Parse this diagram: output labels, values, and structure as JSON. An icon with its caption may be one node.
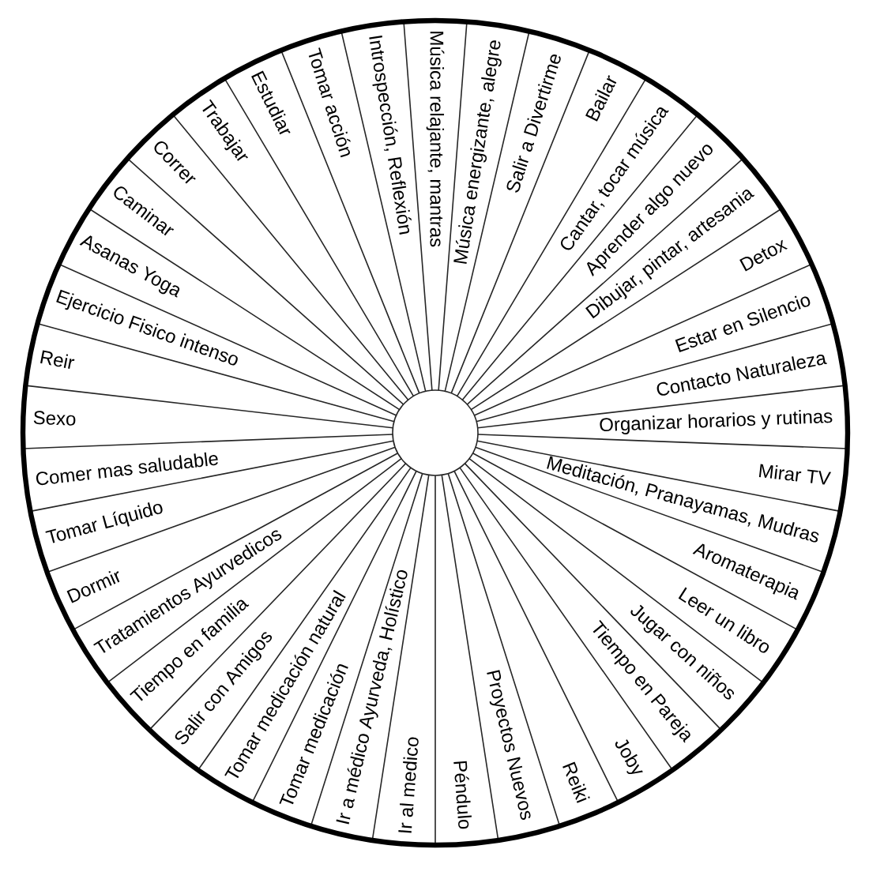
{
  "diagram": {
    "nodes": [
      {
        "text": [
          "Música relajante, mantras"
        ]
      },
      {
        "text": [
          "Música energizante, alegre"
        ]
      },
      {
        "text": [
          "Salir a Divertirme"
        ]
      },
      {
        "text": [
          "Bailar"
        ]
      },
      {
        "text": [
          "Cantar, tocar música"
        ]
      },
      {
        "text": [
          "Aprender algo nuevo"
        ]
      },
      {
        "text": [
          "Dibujar, pintar, artesania"
        ]
      },
      {
        "text": [
          "Detox"
        ]
      },
      {
        "text": [
          "Estar en Silencio"
        ]
      },
      {
        "text": [
          "Contacto Naturaleza"
        ]
      },
      {
        "text": [
          "Organizar horarios y rutinas"
        ]
      },
      {
        "text": [
          "Mirar TV"
        ]
      },
      {
        "text": [
          "Meditación, Pranayamas, Mudras"
        ]
      },
      {
        "text": [
          "Aromaterapia"
        ]
      },
      {
        "text": [
          "Leer un libro"
        ]
      },
      {
        "text": [
          "Jugar con niños"
        ]
      },
      {
        "text": [
          "Tiempo en Pareja"
        ]
      },
      {
        "text": [
          "Joby"
        ]
      },
      {
        "text": [
          "Reiki"
        ]
      },
      {
        "text": [
          "Proyectos Nuevos"
        ]
      },
      {
        "text": [
          "Péndulo"
        ]
      },
      {
        "text": [
          "Ir al medico"
        ]
      },
      {
        "text": [
          "Ir a médico Ayurveda, Holístico"
        ]
      },
      {
        "text": [
          "Tomar medicación"
        ]
      },
      {
        "text": [
          "Tomar medicación natural"
        ]
      },
      {
        "text": [
          "Salir con Amigos"
        ]
      },
      {
        "text": [
          "Tiempo en familia"
        ]
      },
      {
        "text": [
          "Tratamientos Ayurvedicos"
        ]
      },
      {
        "text": [
          "Dormir"
        ]
      },
      {
        "text": [
          "Tomar Líquido"
        ]
      },
      {
        "text": [
          "Comer mas saludable"
        ]
      },
      {
        "text": [
          "Sexo"
        ]
      },
      {
        "text": [
          "Reir"
        ]
      },
      {
        "text": [
          "Ejercicio Fisico intenso"
        ]
      },
      {
        "text": [
          "Asanas Yoga"
        ]
      },
      {
        "text": [
          "Caminar"
        ]
      },
      {
        "text": [
          "Correr"
        ]
      },
      {
        "text": [
          "Trabajar"
        ]
      },
      {
        "text": [
          "Estudiar"
        ]
      },
      {
        "text": [
          "Tomar acción"
        ]
      },
      {
        "text": [
          "Introspección, Reflexión"
        ]
      }
    ]
  }
}
